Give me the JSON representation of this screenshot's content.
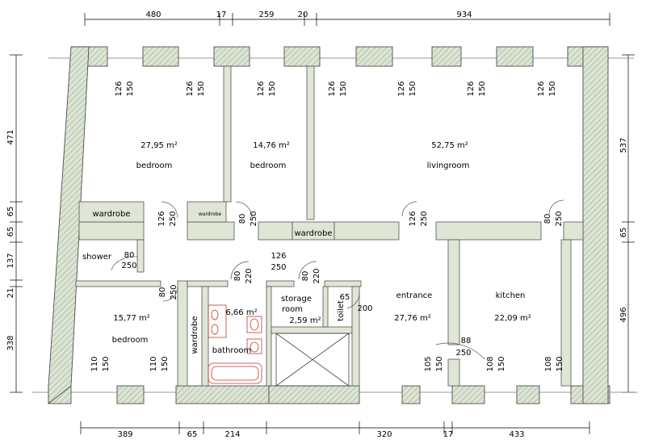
{
  "rooms": [
    {
      "area": "27,95 m²",
      "name": "bedroom"
    },
    {
      "area": "14,76 m²",
      "name": "bedroom"
    },
    {
      "area": "52,75 m²",
      "name": "livingroom"
    },
    {
      "area": "15,77 m²",
      "name": "bedroom"
    },
    {
      "area": "6,66 m²",
      "name": "bathroom"
    },
    {
      "area": "2,59 m²",
      "name_line1": "storage",
      "name_line2": "room"
    },
    {
      "area": "27,76 m²",
      "name": "entrance"
    },
    {
      "area": "22,09 m²",
      "name": "kitchen"
    }
  ],
  "labels": {
    "wardrobe": "wardrobe",
    "shower": "shower",
    "toilet": "toilet",
    "wardrobe_vertical": "wardrobe"
  },
  "dims_top": [
    "480",
    "17",
    "259",
    "20",
    "934"
  ],
  "dims_bottom": [
    "389",
    "65",
    "214",
    "320",
    "17",
    "433"
  ],
  "dims_left": [
    "471",
    "65",
    "65",
    "137",
    "21",
    "338"
  ],
  "dims_right": [
    "537",
    "65",
    "496"
  ],
  "window_top_pairs": [
    [
      "126",
      "150"
    ],
    [
      "126",
      "150"
    ],
    [
      "126",
      "150"
    ],
    [
      "126",
      "150"
    ],
    [
      "126",
      "150"
    ],
    [
      "126",
      "150"
    ],
    [
      "126",
      "150"
    ]
  ],
  "window_bottom_pairs": [
    [
      "110",
      "150"
    ],
    [
      "110",
      "150"
    ],
    [
      "105",
      "150"
    ],
    [
      "108",
      "150"
    ],
    [
      "108",
      "150"
    ]
  ],
  "door_labels": {
    "bed1": [
      "126",
      "250"
    ],
    "bed2": [
      "80",
      "250"
    ],
    "living": [
      "126",
      "250"
    ],
    "kitchen": [
      "80",
      "250"
    ],
    "shower": [
      "80",
      "250"
    ],
    "corridor": [
      "126",
      "250"
    ],
    "bath": [
      "80",
      "220"
    ],
    "storage": [
      "80",
      "220"
    ],
    "bed3": [
      "80",
      "250"
    ],
    "toilet": [
      "65",
      "200"
    ],
    "kitchen_inner": [
      "88",
      "250"
    ]
  }
}
